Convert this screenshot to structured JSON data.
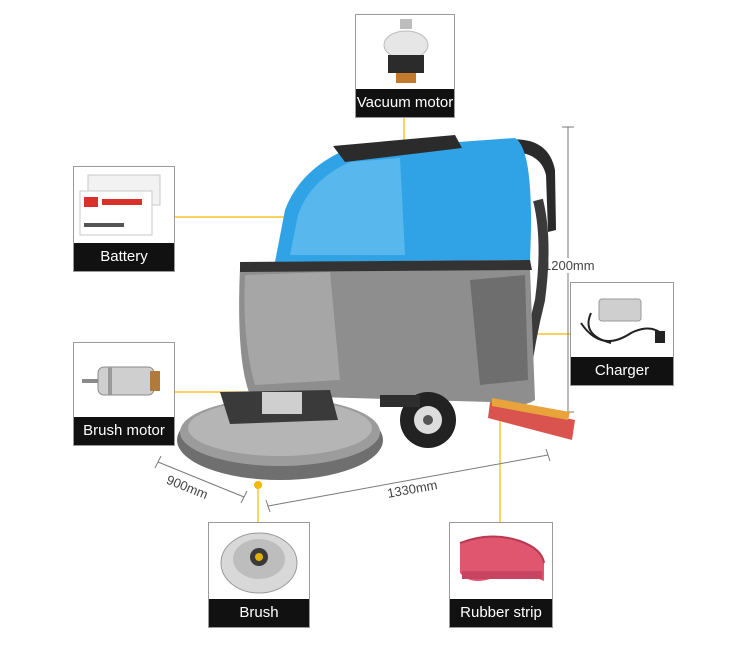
{
  "callouts": {
    "vacuum_motor": "Vacuum motor",
    "battery": "Battery",
    "brush_motor": "Brush motor",
    "charger": "Charger",
    "brush": "Brush",
    "rubber_strip": "Rubber strip"
  },
  "dimensions": {
    "height": "1200mm",
    "width": "900mm",
    "length": "1330mm"
  },
  "colors": {
    "accent_yellow": "#f5b800",
    "body_blue": "#2fa3e6",
    "body_grey": "#8c8c8c",
    "label_bg": "#111111"
  }
}
